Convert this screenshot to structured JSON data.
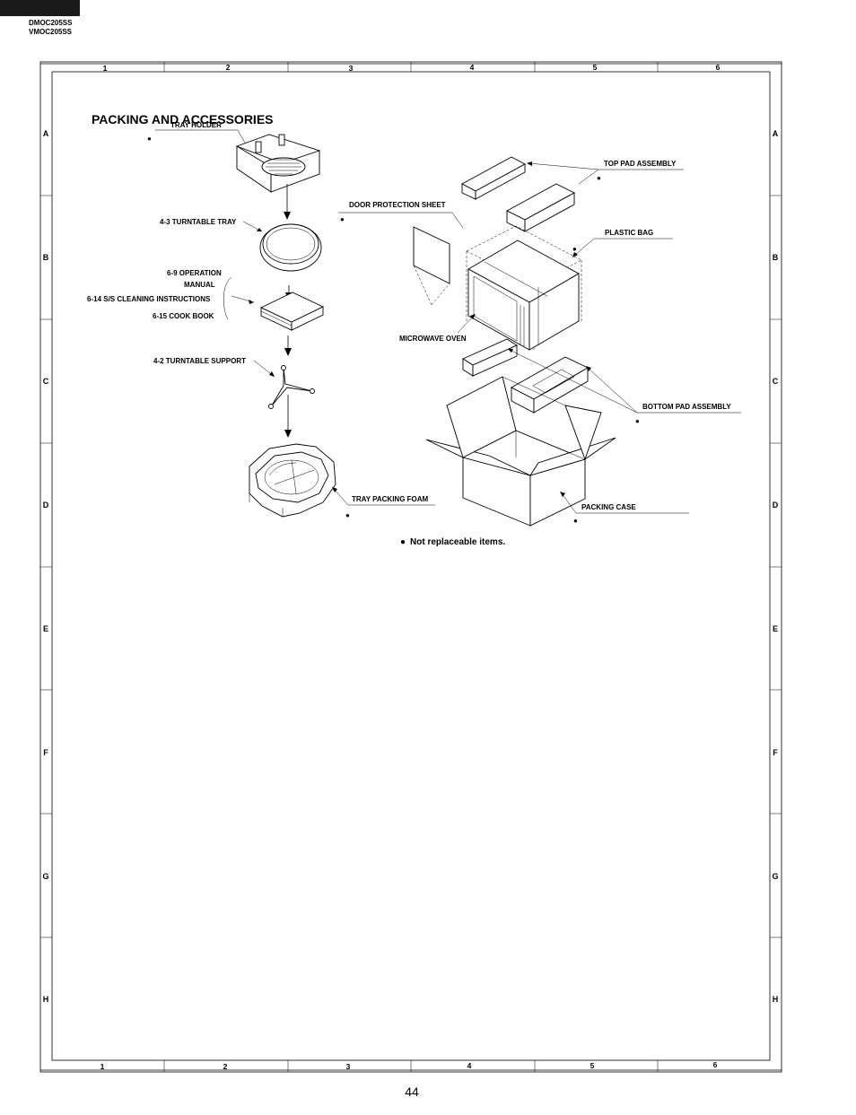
{
  "header": {
    "model_1": "DMOC205SS",
    "model_2": "VMOC205SS"
  },
  "frame": {
    "columns": [
      "1",
      "2",
      "3",
      "4",
      "5",
      "6"
    ],
    "rows": [
      "A",
      "B",
      "C",
      "D",
      "E",
      "F",
      "G",
      "H"
    ]
  },
  "diagram": {
    "title": "PACKING AND ACCESSORIES",
    "labels": {
      "tray_holder": "TRAY HOLDER",
      "turntable_tray": "4-3 TURNTABLE TRAY",
      "operation_manual_1": "6-9  OPERATION",
      "operation_manual_2": "MANUAL",
      "cleaning_instructions": "6-14 S/S CLEANING INSTRUCTIONS",
      "cook_book": "6-15 COOK BOOK",
      "turntable_support": "4-2 TURNTABLE SUPPORT",
      "tray_packing_foam": "TRAY PACKING FOAM",
      "door_protection_sheet": "DOOR PROTECTION SHEET",
      "top_pad_assembly": "TOP PAD ASSEMBLY",
      "plastic_bag": "PLASTIC BAG",
      "microwave_oven": "MICROWAVE OVEN",
      "bottom_pad_assembly": "BOTTOM PAD ASSEMBLY",
      "packing_case": "PACKING CASE"
    },
    "note": "Not replaceable items.",
    "bullet": "●"
  },
  "footer": {
    "page_number": "44"
  }
}
